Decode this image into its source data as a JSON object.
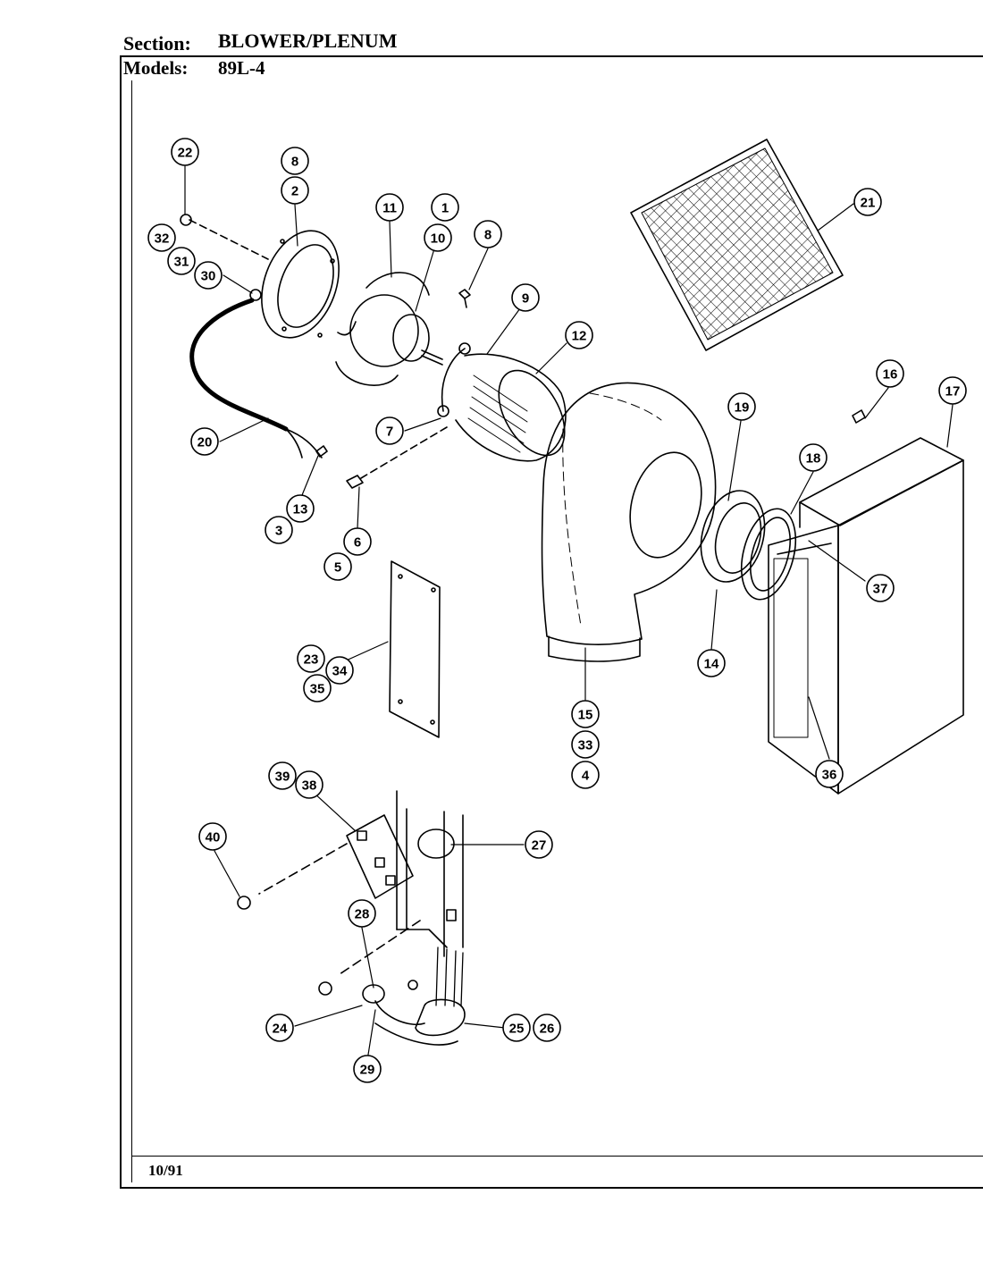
{
  "header": {
    "section_label": "Section:",
    "section_value": "BLOWER/PLENUM",
    "models_label": "Models:",
    "models_value": "89L-4"
  },
  "footer": {
    "date": "10/91"
  },
  "callouts": [
    "22",
    "8",
    "2",
    "32",
    "31",
    "30",
    "11",
    "1",
    "10",
    "8",
    "9",
    "12",
    "21",
    "20",
    "13",
    "3",
    "7",
    "6",
    "5",
    "16",
    "17",
    "19",
    "18",
    "37",
    "23",
    "34",
    "35",
    "14",
    "15",
    "33",
    "4",
    "36",
    "39",
    "38",
    "40",
    "27",
    "28",
    "24",
    "25",
    "26",
    "29"
  ]
}
